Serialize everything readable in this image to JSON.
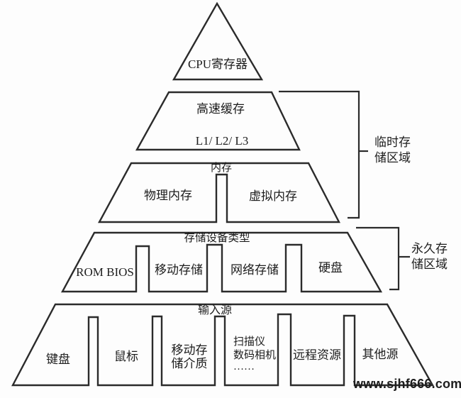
{
  "diagram": {
    "title_semantic": "memory-storage-hierarchy-pyramid",
    "line_color": "#2b2b2b",
    "text_color": "#1d1d1d",
    "levels": [
      {
        "id": "cpu",
        "label": "CPU寄存器"
      },
      {
        "id": "cache",
        "label": "高速缓存",
        "sublabel": "L1/ L2/ L3"
      },
      {
        "id": "memory",
        "label": "内存",
        "sections": [
          "物理内存",
          "虚拟内存"
        ]
      },
      {
        "id": "storage",
        "label": "存储设备类型",
        "sections": [
          "ROM BIOS",
          "移动存储",
          "网络存储",
          "硬盘"
        ]
      },
      {
        "id": "input",
        "label": "输入源",
        "sections": [
          "键盘",
          "鼠标",
          "移动存储介质",
          "扫描仪数码相机……",
          "远程资源",
          "其他源"
        ]
      }
    ]
  },
  "labels": {
    "cpu": "CPU寄存器",
    "cache": "高速缓存",
    "cache_levels": "L1/ L2/ L3",
    "memory": "内存",
    "physical_memory": "物理内存",
    "virtual_memory": "虚拟内存",
    "storage_types": "存储设备类型",
    "rom_bios": "ROM BIOS",
    "mobile_storage": "移动存储",
    "network_storage": "网络存储",
    "hard_disk": "硬盘",
    "input_sources": "输入源",
    "keyboard": "键盘",
    "mouse": "鼠标",
    "removable_media_line1": "移动存",
    "removable_media_line2": "储介质",
    "scanner_line1": "扫描仪",
    "scanner_line2": "数码相机",
    "scanner_line3": "……",
    "remote_resources": "远程资源",
    "other_sources": "其他源"
  },
  "annotations": {
    "temporary_line1": "临时存",
    "temporary_line2": "储区域",
    "permanent_line1": "永久存",
    "permanent_line2": "储区域"
  },
  "watermark": {
    "text": "www.sjhf666.com",
    "color": "#e8431c"
  }
}
